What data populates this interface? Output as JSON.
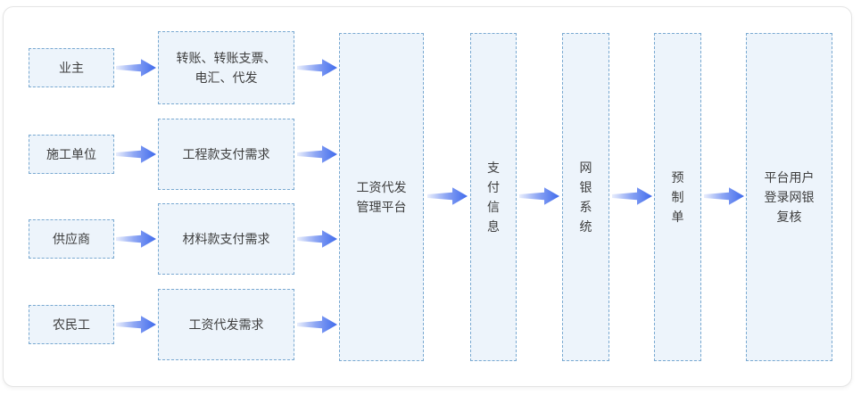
{
  "colors": {
    "node_fill": "#edf4fb",
    "node_border": "#79a9d1",
    "arrow_gradient_start": "#e9eefc",
    "arrow_gradient_mid": "#8fa7f4",
    "arrow_gradient_end": "#3f6aec",
    "text": "#3d3d3d",
    "panel_border": "#e4e4e4",
    "panel_background": "#ffffff"
  },
  "nodes": {
    "owner": {
      "lines": [
        "业主"
      ]
    },
    "construction_unit": {
      "lines": [
        "施工单位"
      ]
    },
    "supplier": {
      "lines": [
        "供应商"
      ]
    },
    "migrant_worker": {
      "lines": [
        "农民工"
      ]
    },
    "payment_methods": {
      "lines": [
        "转账、转账支票、",
        "电汇、代发"
      ]
    },
    "project_payment_demand": {
      "lines": [
        "工程款支付需求"
      ]
    },
    "material_payment_demand": {
      "lines": [
        "材料款支付需求"
      ]
    },
    "salary_agency_demand": {
      "lines": [
        "工资代发需求"
      ]
    },
    "salary_platform": {
      "lines": [
        "工资代发",
        "管理平台"
      ]
    },
    "payment_info": {
      "lines": [
        "支",
        "付",
        "信",
        "息"
      ]
    },
    "ebank_system": {
      "lines": [
        "网",
        "银",
        "系",
        "统"
      ]
    },
    "prepared_order": {
      "lines": [
        "预",
        "制",
        "单"
      ]
    },
    "platform_user_review": {
      "lines": [
        "平台用户",
        "登录网银",
        "复核"
      ]
    }
  }
}
